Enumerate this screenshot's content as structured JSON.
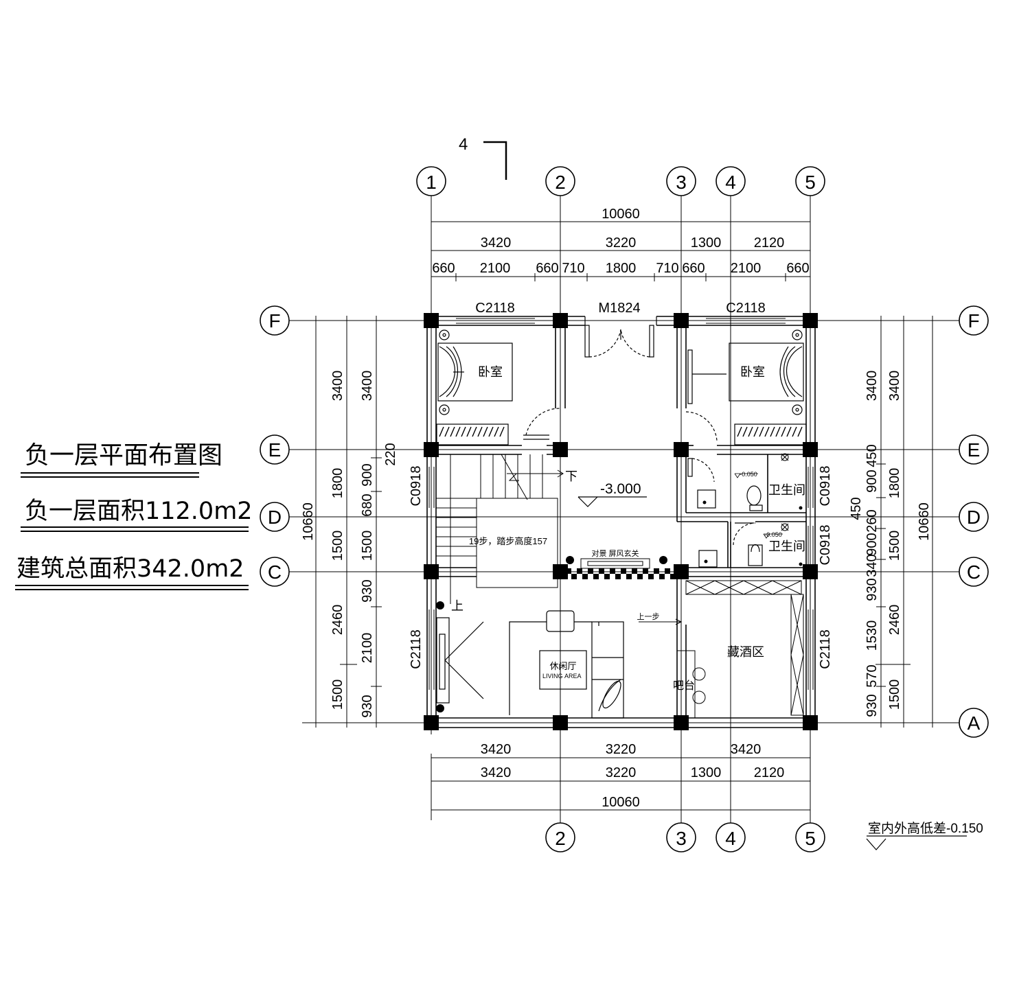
{
  "drawing": {
    "title": "负一层平面布置图",
    "floor_area": "负一层面积112.0m2",
    "total_area": "建筑总面积342.0m2",
    "level_note": "室内外高低差-0.150",
    "section_mark": "4",
    "floor_elevation": "-3.000"
  },
  "grid": {
    "vertical_top": [
      "1",
      "2",
      "3",
      "4",
      "5"
    ],
    "vertical_bottom": [
      "2",
      "3",
      "4",
      "5"
    ],
    "horizontal_left": [
      "F",
      "E",
      "D",
      "C"
    ],
    "horizontal_right": [
      "F",
      "E",
      "D",
      "C",
      "A"
    ]
  },
  "dimensions": {
    "top_total": "10060",
    "top_bays": [
      "3420",
      "3220",
      "1300",
      "2120"
    ],
    "top_details": [
      "660",
      "2100",
      "660",
      "710",
      "1800",
      "710",
      "660",
      "2100",
      "660"
    ],
    "bottom_row1": [
      "3420",
      "3220",
      "3420"
    ],
    "bottom_row2": [
      "3420",
      "3220",
      "1300",
      "2120"
    ],
    "bottom_total": "10060",
    "left_total": "10660",
    "left_bays": [
      "3400",
      "1800",
      "1500",
      "2460",
      "1500"
    ],
    "left_details": [
      "3400",
      "220",
      "900",
      "680",
      "1500",
      "930",
      "2100",
      "930"
    ],
    "right_total": "10660",
    "right_bays": [
      "3400",
      "1800",
      "1500",
      "2460",
      "1500"
    ],
    "right_details": [
      "3400",
      "450",
      "900",
      "260",
      "450",
      "900",
      "340",
      "930",
      "1530",
      "570",
      "930"
    ]
  },
  "openings": {
    "window_top_left": "C2118",
    "door_top_center": "M1824",
    "window_top_right": "C2118",
    "window_left_d": "C0918",
    "window_left_lower": "C2118",
    "window_right_e": "C0918",
    "window_right_d": "C0918",
    "window_right_lower": "C2118"
  },
  "rooms": {
    "bedroom_left": "卧室",
    "bedroom_right": "卧室",
    "bathroom_upper": "卫生间",
    "bathroom_lower": "卫生间",
    "stair_note": "19步，踏步高度157",
    "stair_down": "下",
    "stair_up": "上",
    "step_up": "上一步",
    "screen_note": "对景 屏风玄关",
    "lounge_cn": "休闲厅",
    "lounge_en_1": "LIVING",
    "lounge_en_2": "AREA",
    "wine_area": "藏酒区",
    "bar": "吧台",
    "bath_elev_1": "-0.050",
    "bath_elev_2": "-0.050"
  }
}
